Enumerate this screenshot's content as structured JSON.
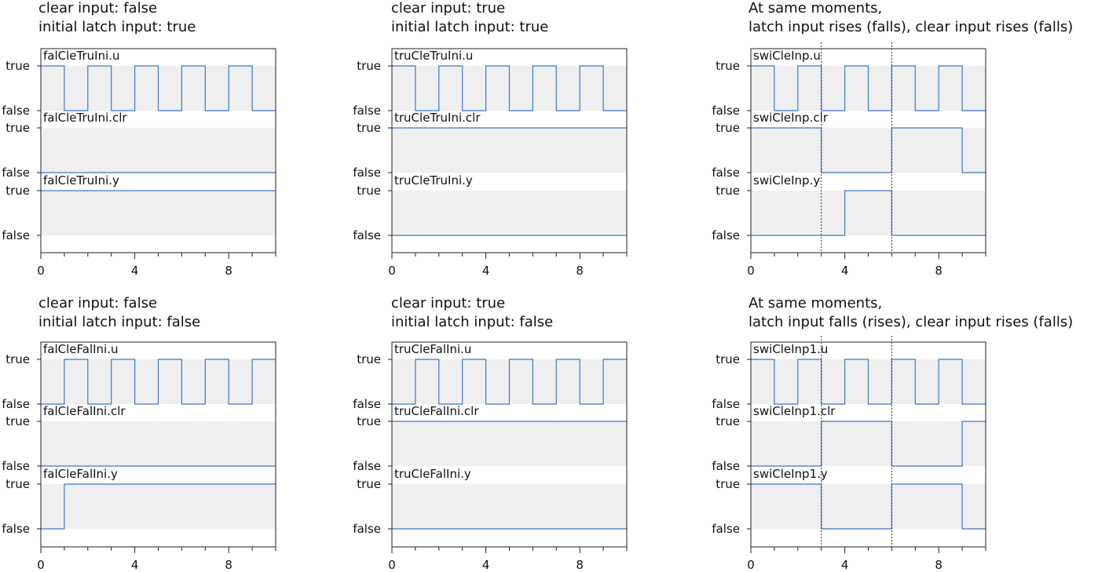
{
  "colors": {
    "trace": "#3f78c8",
    "band": "#efefef",
    "frame": "#222222",
    "marker": "#333333"
  },
  "chart_data": [
    {
      "type": "line",
      "subtype": "step-boolean",
      "title_lines": [
        "clear input: false",
        "initial latch input: true"
      ],
      "x_ticks": [
        0,
        4,
        8
      ],
      "xlim": [
        0,
        10
      ],
      "y_levels": [
        "true",
        "false"
      ],
      "grid": false,
      "markers": [],
      "series": [
        {
          "name": "falCleTruIni.u",
          "x": [
            0,
            1,
            2,
            3,
            4,
            5,
            6,
            7,
            8,
            9,
            10
          ],
          "y": [
            1,
            0,
            1,
            0,
            1,
            0,
            1,
            0,
            1,
            0,
            0
          ]
        },
        {
          "name": "falCleTruIni.clr",
          "x": [
            0,
            10
          ],
          "y": [
            0,
            0
          ]
        },
        {
          "name": "falCleTruIni.y",
          "x": [
            0,
            10
          ],
          "y": [
            1,
            1
          ]
        }
      ]
    },
    {
      "type": "line",
      "subtype": "step-boolean",
      "title_lines": [
        "clear input: true",
        "initial latch input: true"
      ],
      "x_ticks": [
        0,
        4,
        8
      ],
      "xlim": [
        0,
        10
      ],
      "y_levels": [
        "true",
        "false"
      ],
      "grid": false,
      "markers": [],
      "series": [
        {
          "name": "truCleTruIni.u",
          "x": [
            0,
            1,
            2,
            3,
            4,
            5,
            6,
            7,
            8,
            9,
            10
          ],
          "y": [
            1,
            0,
            1,
            0,
            1,
            0,
            1,
            0,
            1,
            0,
            0
          ]
        },
        {
          "name": "truCleTruIni.clr",
          "x": [
            0,
            10
          ],
          "y": [
            1,
            1
          ]
        },
        {
          "name": "truCleTruIni.y",
          "x": [
            0,
            10
          ],
          "y": [
            0,
            0
          ]
        }
      ]
    },
    {
      "type": "line",
      "subtype": "step-boolean",
      "title_lines": [
        "At same moments,",
        "latch input rises (falls), clear input rises (falls)"
      ],
      "x_ticks": [
        0,
        4,
        8
      ],
      "xlim": [
        0,
        10
      ],
      "y_levels": [
        "true",
        "false"
      ],
      "grid": false,
      "markers": [
        3,
        6
      ],
      "series": [
        {
          "name": "swiCleInp.u",
          "x": [
            0,
            1,
            2,
            3,
            4,
            5,
            6,
            7,
            8,
            9,
            10
          ],
          "y": [
            1,
            0,
            1,
            0,
            1,
            0,
            1,
            0,
            1,
            0,
            0
          ]
        },
        {
          "name": "swiCleInp.clr",
          "x": [
            0,
            3,
            6,
            9,
            10
          ],
          "y": [
            1,
            0,
            1,
            0,
            0
          ]
        },
        {
          "name": "swiCleInp.y",
          "x": [
            0,
            4,
            6,
            10
          ],
          "y": [
            0,
            1,
            0,
            0
          ]
        }
      ]
    },
    {
      "type": "line",
      "subtype": "step-boolean",
      "title_lines": [
        "clear input: false",
        "initial latch input: false"
      ],
      "x_ticks": [
        0,
        4,
        8
      ],
      "xlim": [
        0,
        10
      ],
      "y_levels": [
        "true",
        "false"
      ],
      "grid": false,
      "markers": [],
      "series": [
        {
          "name": "falCleFalIni.u",
          "x": [
            0,
            1,
            2,
            3,
            4,
            5,
            6,
            7,
            8,
            9,
            10
          ],
          "y": [
            0,
            1,
            0,
            1,
            0,
            1,
            0,
            1,
            0,
            1,
            1
          ]
        },
        {
          "name": "falCleFalIni.clr",
          "x": [
            0,
            10
          ],
          "y": [
            0,
            0
          ]
        },
        {
          "name": "falCleFalIni.y",
          "x": [
            0,
            1,
            10
          ],
          "y": [
            0,
            1,
            1
          ]
        }
      ]
    },
    {
      "type": "line",
      "subtype": "step-boolean",
      "title_lines": [
        "clear input: true",
        "initial latch input: false"
      ],
      "x_ticks": [
        0,
        4,
        8
      ],
      "xlim": [
        0,
        10
      ],
      "y_levels": [
        "true",
        "false"
      ],
      "grid": false,
      "markers": [],
      "series": [
        {
          "name": "truCleFalIni.u",
          "x": [
            0,
            1,
            2,
            3,
            4,
            5,
            6,
            7,
            8,
            9,
            10
          ],
          "y": [
            0,
            1,
            0,
            1,
            0,
            1,
            0,
            1,
            0,
            1,
            1
          ]
        },
        {
          "name": "truCleFalIni.clr",
          "x": [
            0,
            10
          ],
          "y": [
            1,
            1
          ]
        },
        {
          "name": "truCleFalIni.y",
          "x": [
            0,
            10
          ],
          "y": [
            0,
            0
          ]
        }
      ]
    },
    {
      "type": "line",
      "subtype": "step-boolean",
      "title_lines": [
        "At same moments,",
        "latch input falls (rises), clear input rises (falls)"
      ],
      "x_ticks": [
        0,
        4,
        8
      ],
      "xlim": [
        0,
        10
      ],
      "y_levels": [
        "true",
        "false"
      ],
      "grid": false,
      "markers": [
        3,
        6
      ],
      "series": [
        {
          "name": "swiCleInp1.u",
          "x": [
            0,
            1,
            2,
            3,
            4,
            5,
            6,
            7,
            8,
            9,
            10
          ],
          "y": [
            1,
            0,
            1,
            0,
            1,
            0,
            1,
            0,
            1,
            0,
            0
          ]
        },
        {
          "name": "swiCleInp1.clr",
          "x": [
            0,
            3,
            6,
            9,
            10
          ],
          "y": [
            0,
            1,
            0,
            1,
            1
          ]
        },
        {
          "name": "swiCleInp1.y",
          "x": [
            0,
            3,
            6,
            9,
            10
          ],
          "y": [
            1,
            0,
            1,
            0,
            0
          ]
        }
      ]
    }
  ]
}
